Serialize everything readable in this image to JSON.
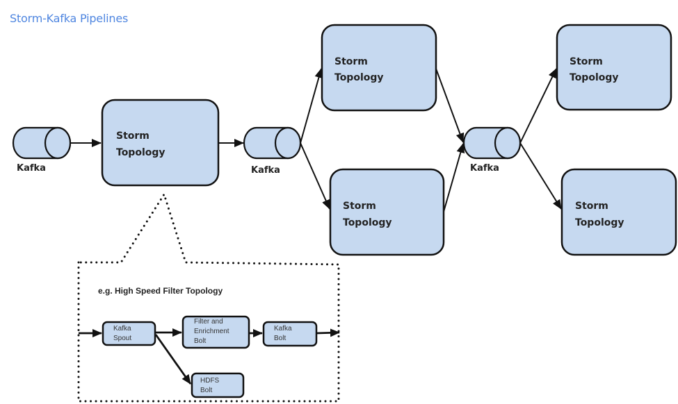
{
  "title": "Storm-Kafka Pipelines",
  "colors": {
    "node_fill": "#c6d9f0",
    "title": "#4f86e0",
    "stroke": "#111111"
  },
  "nodes": {
    "kafka1": {
      "type": "kafka-topic",
      "label": "Kafka"
    },
    "storm1": {
      "type": "storm-topology",
      "line1": "Storm",
      "line2": "Topology"
    },
    "kafka2": {
      "type": "kafka-topic",
      "label": "Kafka"
    },
    "storm2a": {
      "type": "storm-topology",
      "line1": "Storm",
      "line2": "Topology"
    },
    "storm2b": {
      "type": "storm-topology",
      "line1": "Storm",
      "line2": "Topology"
    },
    "kafka3": {
      "type": "kafka-topic",
      "label": "Kafka"
    },
    "storm3a": {
      "type": "storm-topology",
      "line1": "Storm",
      "line2": "Topology"
    },
    "storm3b": {
      "type": "storm-topology",
      "line1": "Storm",
      "line2": "Topology"
    }
  },
  "edges": [
    [
      "kafka1",
      "storm1"
    ],
    [
      "storm1",
      "kafka2"
    ],
    [
      "kafka2",
      "storm2a"
    ],
    [
      "kafka2",
      "storm2b"
    ],
    [
      "storm2a",
      "kafka3"
    ],
    [
      "storm2b",
      "kafka3"
    ],
    [
      "kafka3",
      "storm3a"
    ],
    [
      "kafka3",
      "storm3b"
    ]
  ],
  "detail": {
    "title": "e.g. High Speed Filter Topology",
    "components": {
      "spout": {
        "line1": "Kafka",
        "line2": "Spout"
      },
      "filter": {
        "line1": "Filter and",
        "line2": "Enrichment",
        "line3": "Bolt"
      },
      "kafka_bolt": {
        "line1": "Kafka",
        "line2": "Bolt"
      },
      "hdfs_bolt": {
        "line1": "HDFS",
        "line2": "Bolt"
      }
    },
    "edges": [
      [
        "input",
        "spout"
      ],
      [
        "spout",
        "filter"
      ],
      [
        "filter",
        "kafka_bolt"
      ],
      [
        "kafka_bolt",
        "output"
      ],
      [
        "spout",
        "hdfs_bolt"
      ]
    ]
  }
}
